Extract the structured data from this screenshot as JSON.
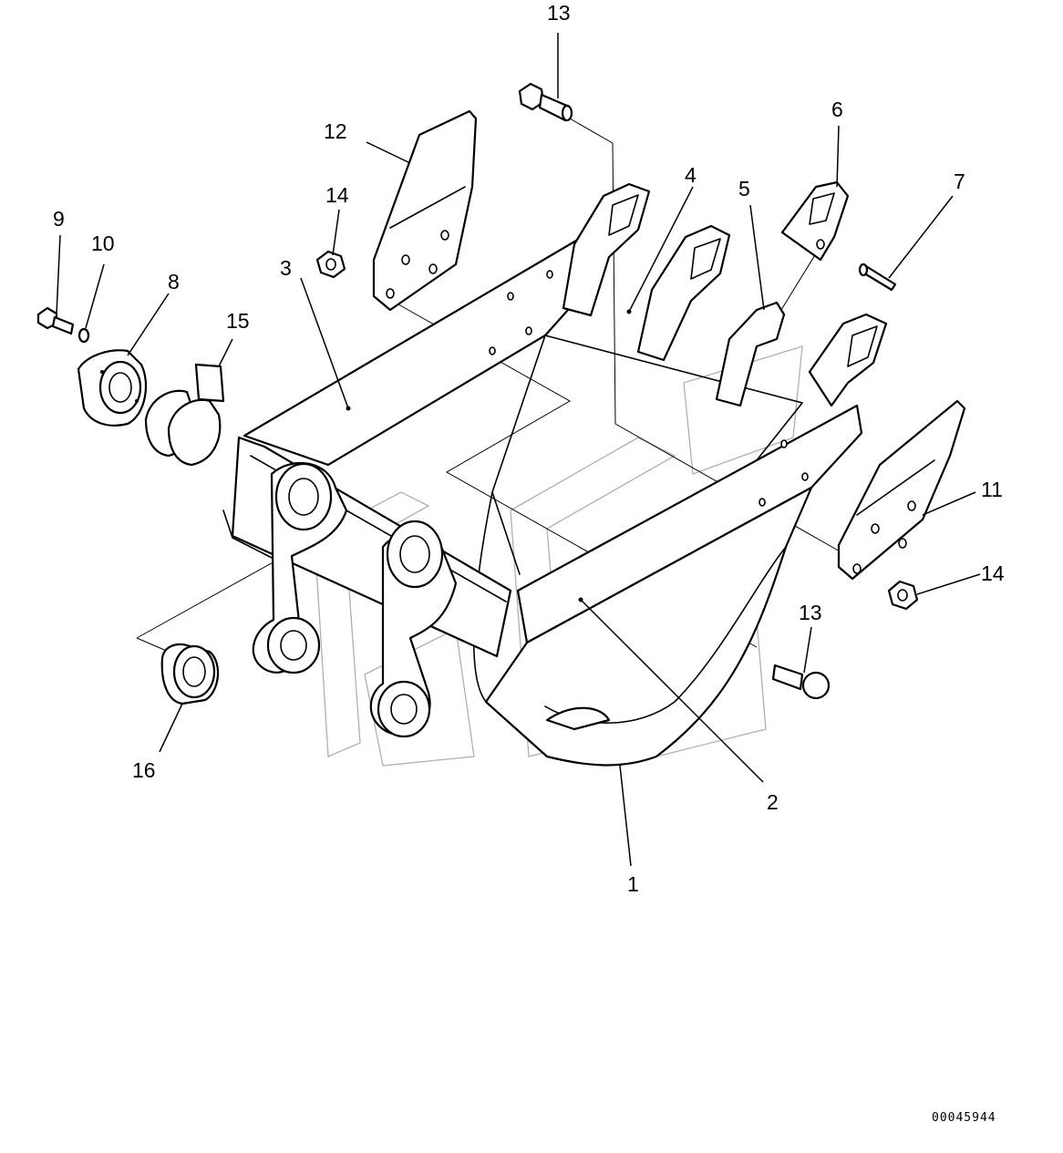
{
  "callouts": {
    "c1": "1",
    "c2": "2",
    "c3": "3",
    "c4": "4",
    "c5": "5",
    "c6": "6",
    "c7": "7",
    "c8": "8",
    "c9": "9",
    "c10": "10",
    "c11": "11",
    "c12": "12",
    "c13_top": "13",
    "c13_right": "13",
    "c14_left": "14",
    "c14_right": "14",
    "c15": "15",
    "c16": "16"
  },
  "drawing_number": "00045944",
  "colors": {
    "line": "#000000",
    "watermark": "#6f6f6f",
    "background": "#ffffff"
  }
}
